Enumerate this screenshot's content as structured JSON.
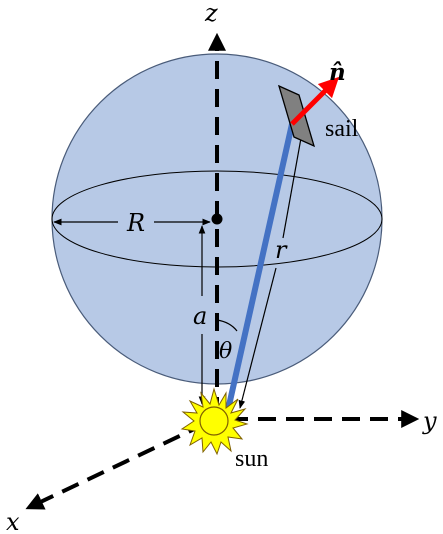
{
  "labels": {
    "z_axis": "z",
    "y_axis": "y",
    "x_axis": "x",
    "normal": "n̂",
    "sail": "sail",
    "sphere_radius": "R",
    "distance_r": "r",
    "offset_a": "a",
    "angle_theta": "θ",
    "sun": "sun"
  },
  "colors": {
    "sphere_fill": "#b7c9e6",
    "sphere_stroke": "#4a5c7a",
    "beam": "#4472c4",
    "normal_arrow": "#ff0000",
    "sun_fill": "#ffff00",
    "sun_stroke": "#7f6000",
    "sail_fill": "#808080",
    "axis": "#000000"
  },
  "icons": {
    "sun": "sun-icon",
    "sail": "sail-panel"
  }
}
